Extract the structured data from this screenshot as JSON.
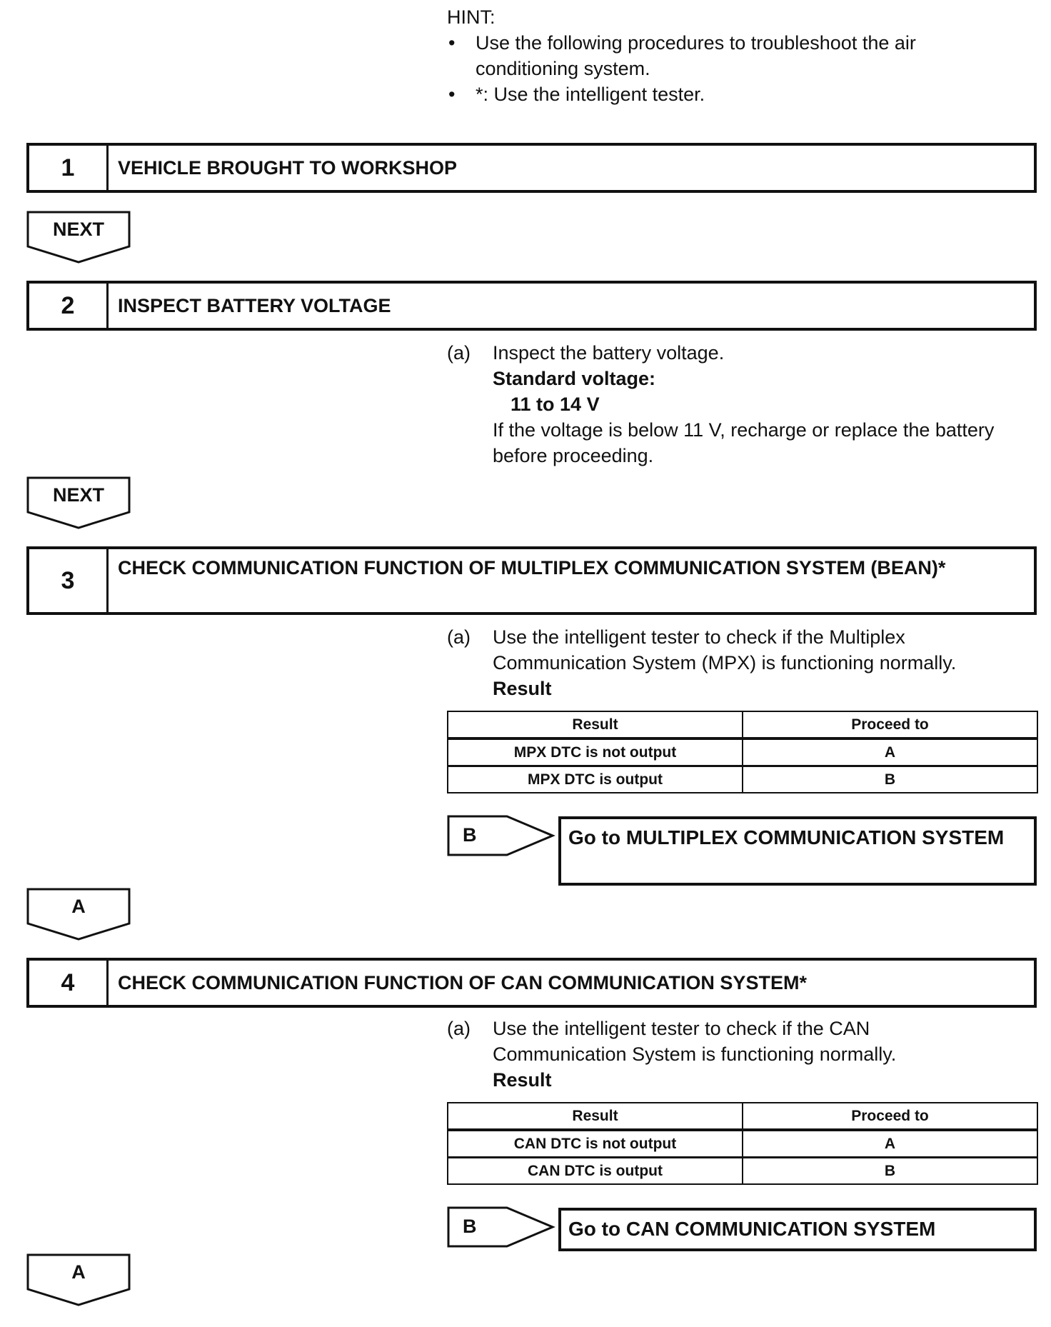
{
  "hint": {
    "heading": "HINT:",
    "bullets": [
      "Use the following procedures to troubleshoot the air conditioning system.",
      "*: Use the intelligent tester."
    ]
  },
  "steps": [
    {
      "number": "1",
      "title": "VEHICLE BROUGHT TO WORKSHOP",
      "flow_label": "NEXT"
    },
    {
      "number": "2",
      "title": "INSPECT BATTERY VOLTAGE",
      "item_marker": "(a)",
      "instruction": "Inspect the battery voltage.",
      "spec_label": "Standard voltage:",
      "spec_value": "11 to 14 V",
      "note": "If the voltage is below 11 V, recharge or replace the battery before proceeding.",
      "flow_label": "NEXT"
    },
    {
      "number": "3",
      "title": "CHECK COMMUNICATION FUNCTION OF MULTIPLEX COMMUNICATION SYSTEM (BEAN)*",
      "item_marker": "(a)",
      "instruction": "Use the intelligent tester to check if the Multiplex Communication System (MPX) is functioning normally.",
      "result_heading": "Result",
      "table": {
        "headers": [
          "Result",
          "Proceed to"
        ],
        "rows": [
          [
            "MPX DTC is not output",
            "A"
          ],
          [
            "MPX DTC is output",
            "B"
          ]
        ]
      },
      "branch": {
        "label": "B",
        "target": "Go to MULTIPLEX COMMUNICATION SYSTEM"
      },
      "flow_label": "A"
    },
    {
      "number": "4",
      "title": "CHECK COMMUNICATION FUNCTION OF CAN COMMUNICATION SYSTEM*",
      "item_marker": "(a)",
      "instruction": "Use the intelligent tester to check if the CAN Communication System is functioning normally.",
      "result_heading": "Result",
      "table": {
        "headers": [
          "Result",
          "Proceed to"
        ],
        "rows": [
          [
            "CAN DTC is not output",
            "A"
          ],
          [
            "CAN DTC is output",
            "B"
          ]
        ]
      },
      "branch": {
        "label": "B",
        "target": "Go to CAN COMMUNICATION SYSTEM"
      },
      "flow_label": "A"
    }
  ]
}
